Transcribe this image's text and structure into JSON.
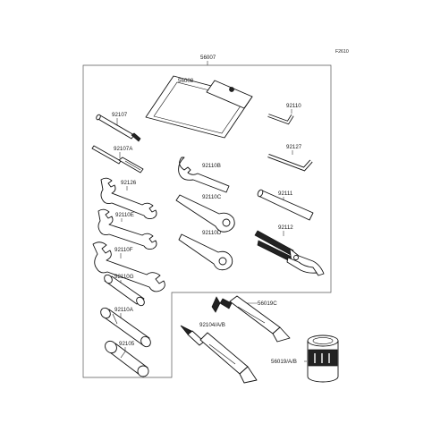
{
  "figure_code": "F2610",
  "parts": {
    "kit": "56007",
    "pouch": "56008",
    "driver_handle": "92107",
    "screwdriver": "92107A",
    "wrench_a": "92126",
    "wrench_b": "92110E",
    "wrench_c": "92110F",
    "socket_g": "92110G",
    "socket_a": "92110A",
    "plug_wrench": "92105",
    "hex_key_small": "92110",
    "hex_key_large": "92127",
    "hook_spanner": "92110B",
    "box_wrench_c": "92110C",
    "box_wrench_d": "92110D",
    "bar": "92111",
    "pliers": "92112",
    "grease_tube_c": "56019C",
    "grease_tube_ab": "92104/A/B",
    "grease_can": "56019/A/B"
  }
}
